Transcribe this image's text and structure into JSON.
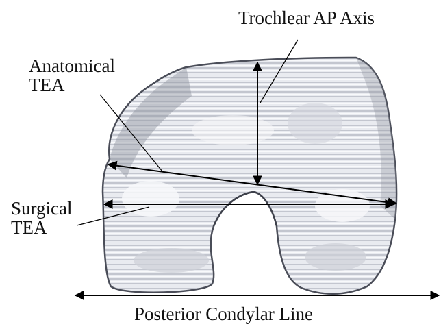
{
  "labels": {
    "trochlear_ap_axis": "Trochlear AP Axis",
    "anatomical_tea": [
      "Anatomical",
      "TEA"
    ],
    "surgical_tea": [
      "Surgical",
      "TEA"
    ],
    "posterior_condylar_line": "Posterior Condylar Line"
  },
  "colors": {
    "text": "#111111",
    "lines": "#000000",
    "bone_fill": "#e7e9ee",
    "bone_light": "#f7f8fa",
    "bone_shade": "#b9bcc6",
    "bone_outline": "#4a4d58",
    "background": "#ffffff"
  }
}
